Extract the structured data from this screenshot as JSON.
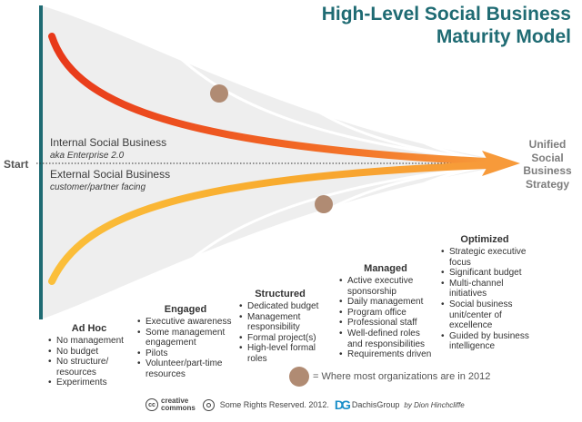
{
  "title": {
    "line1": "High-Level Social Business",
    "line2": "Maturity Model"
  },
  "left_label": "Start",
  "right_label": [
    "Unified",
    "Social",
    "Business",
    "Strategy"
  ],
  "internal": {
    "title": "Internal Social Business",
    "subtitle": "aka Enterprise 2.0"
  },
  "external": {
    "title": "External Social Business",
    "subtitle": "customer/partner facing"
  },
  "stages": [
    {
      "name": "Ad Hoc",
      "items": [
        "No management",
        "No budget",
        "No structure/ resources",
        "Experiments"
      ]
    },
    {
      "name": "Engaged",
      "items": [
        "Executive awareness",
        "Some management engagement",
        "Pilots",
        "Volunteer/part-time resources"
      ]
    },
    {
      "name": "Structured",
      "items": [
        "Dedicated budget",
        "Management responsibility",
        "Formal project(s)",
        "High-level formal roles"
      ]
    },
    {
      "name": "Managed",
      "items": [
        "Active executive sponsorship",
        "Daily management",
        "Program office",
        "Professional staff",
        "Well-defined roles and responsibilities",
        "Requirements driven"
      ]
    },
    {
      "name": "Optimized",
      "items": [
        "Strategic executive focus",
        "Significant budget",
        "Multi-channel initiatives",
        "Social business unit/center of excellence",
        "Guided by business intelligence"
      ]
    }
  ],
  "legend": "= Where most organizations are in 2012",
  "footer": {
    "cc_top": "creative",
    "cc_bottom": "commons",
    "rights": "Some Rights Reserved. 2012.",
    "logo_mark": "DG",
    "company": "DachisGroup",
    "byline": "by Dion Hinchcliffe"
  },
  "colors": {
    "title": "#1f6b73",
    "left_bar": "#1f6b73",
    "arrow_top": "#ee4a1f",
    "arrow_bottom": "#f7a52a",
    "marker": "#b08b73"
  }
}
